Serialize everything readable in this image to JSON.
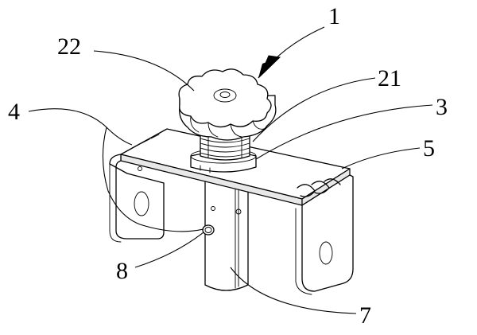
{
  "labels": {
    "l1": "1",
    "l22": "22",
    "l21": "21",
    "l4": "4",
    "l3": "3",
    "l5": "5",
    "l8": "8",
    "l7": "7"
  },
  "colors": {
    "line": "#000000",
    "background": "#ffffff"
  }
}
